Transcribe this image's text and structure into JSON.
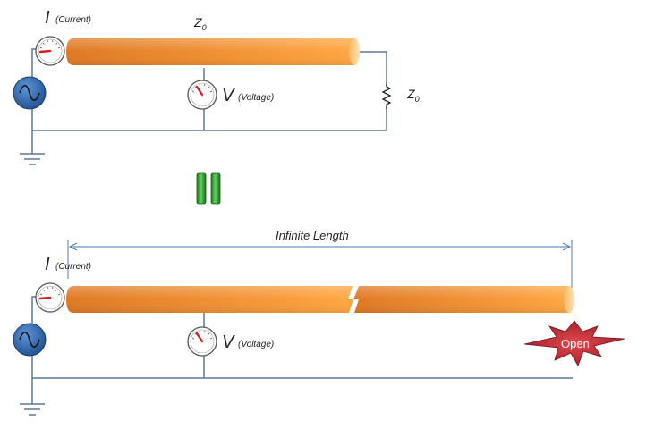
{
  "top": {
    "current_symbol": "I",
    "current_label": "(Current)",
    "voltage_symbol": "V",
    "voltage_label": "(Voltage)",
    "line_impedance": "Z",
    "line_impedance_sub": "0",
    "load_impedance": "Z",
    "load_impedance_sub": "0"
  },
  "bottom": {
    "current_symbol": "I",
    "current_label": "(Current)",
    "voltage_symbol": "V",
    "voltage_label": "(Voltage)",
    "length_label": "Infinite Length",
    "open_label": "Open"
  },
  "colors": {
    "wire": "#5a7895",
    "cable_dark": "#e07a25",
    "cable_light": "#ffa640",
    "source_fill": "#2e6bb5",
    "equals_green": "#2a9a2a",
    "open_burst": "#c42a34",
    "dimension_line": "#4a7bb0"
  },
  "icons": [
    "ammeter-icon",
    "voltmeter-icon",
    "ac-source-icon",
    "ground-icon",
    "resistor-icon",
    "equals-sign-icon",
    "open-burst-icon"
  ]
}
